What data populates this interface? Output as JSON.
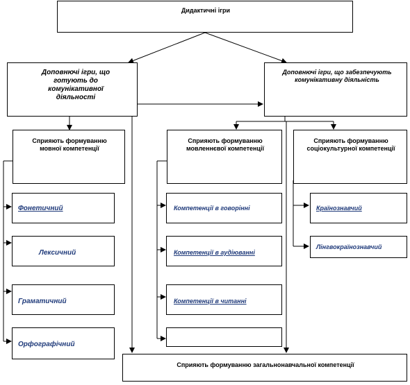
{
  "title": "Дидактичні ігри",
  "left_category": "Доповнючі ігри, що готують до комунікативної діяльності",
  "right_category": "Доповнючі ігри, що забезпечують комунікативну діяльність",
  "groups": [
    {
      "header": "Сприяють формуванню мовної компетенції",
      "items": [
        "Фонетичний",
        "Лексичний",
        "Граматичний",
        "Орфографічний"
      ]
    },
    {
      "header": "Сприяють формуванню мовленнєвої компетенції",
      "items": [
        "Компетенції в говорінні",
        "Компетенції в аудіюванні",
        "Компетенції в читанні",
        ""
      ]
    },
    {
      "header": "Сприяють формуванню соціокультурної компетенції",
      "items": [
        "Країнознавчий",
        "Лінгвокраїнознавчий"
      ]
    }
  ],
  "bottom": "Сприяють формуванню загальнонавчальної компетенції"
}
